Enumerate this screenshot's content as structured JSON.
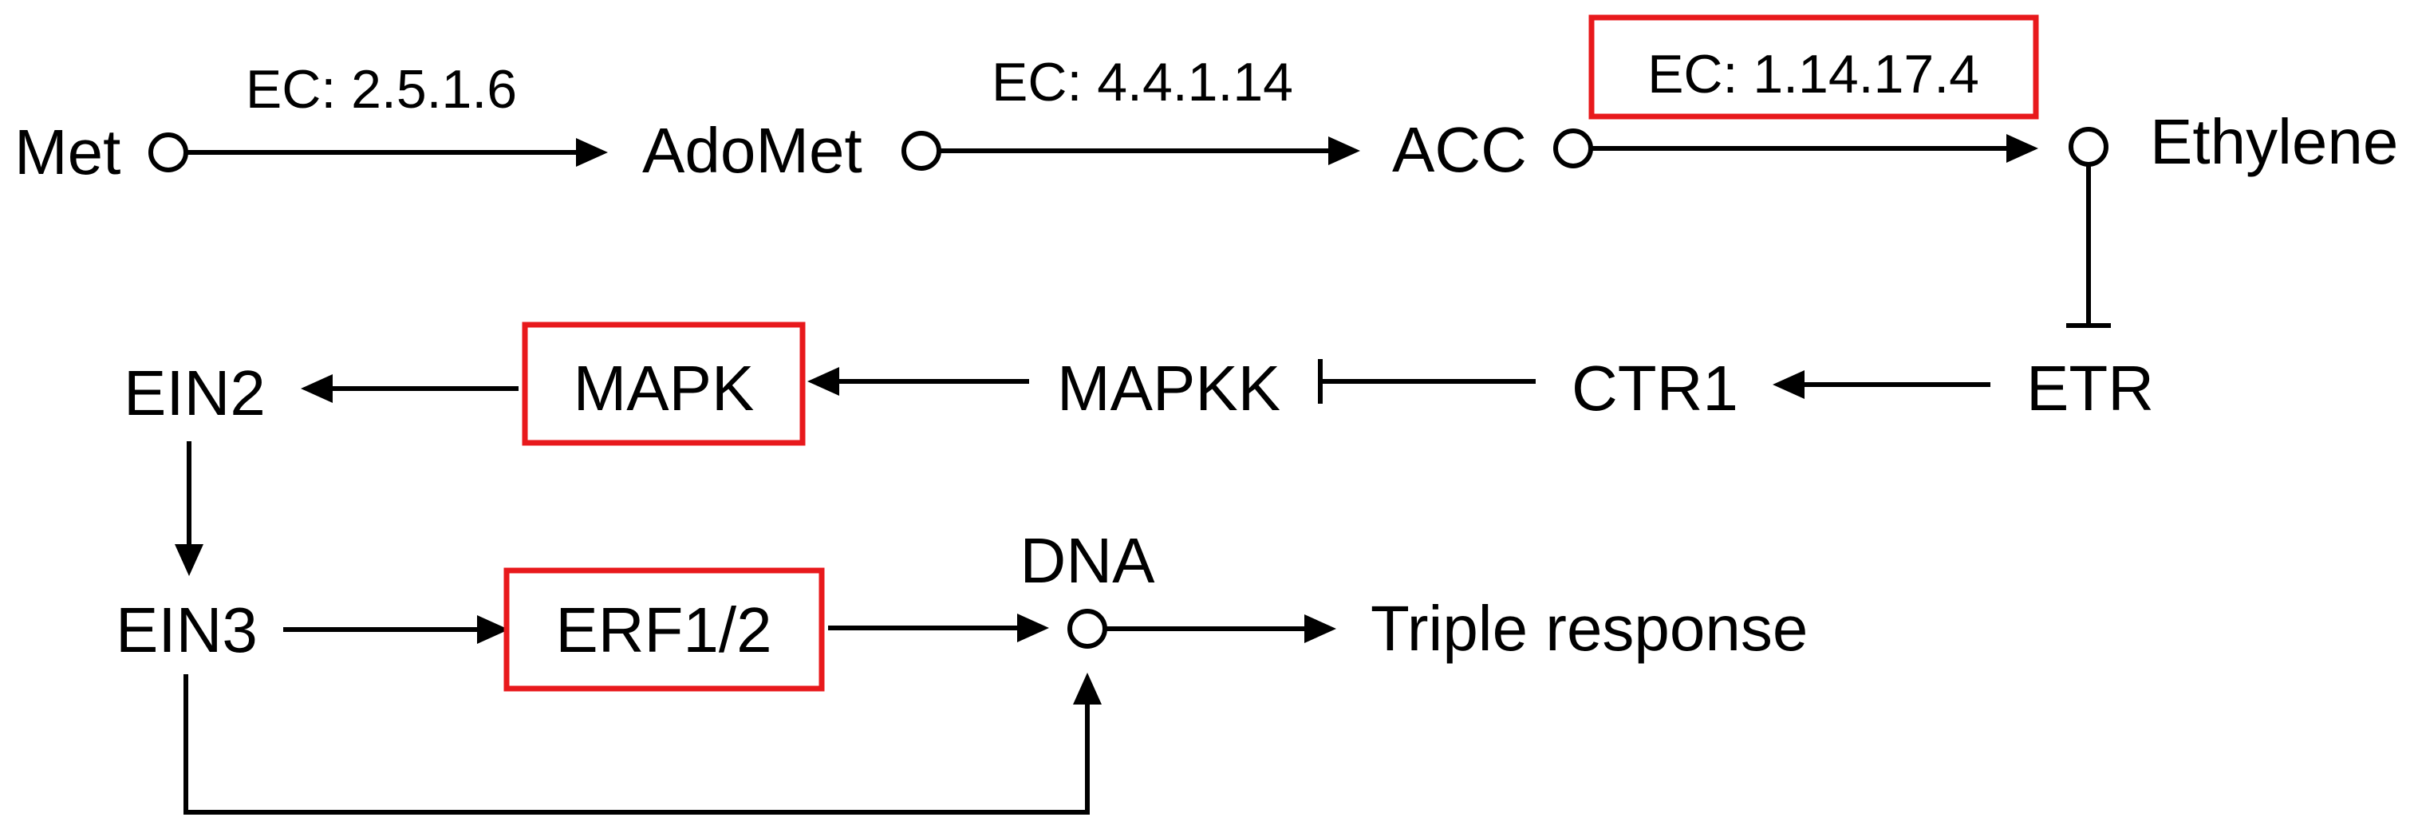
{
  "colors": {
    "highlight": "#e8191c",
    "ink": "#000000",
    "background": "#ffffff"
  },
  "nodes": {
    "met": "Met",
    "adomet": "AdoMet",
    "acc": "ACC",
    "ethylene": "Ethylene",
    "etr": "ETR",
    "ctr1": "CTR1",
    "mapkk": "MAPKK",
    "mapk": "MAPK",
    "ein2": "EIN2",
    "ein3": "EIN3",
    "erf": "ERF1/2",
    "dna": "DNA",
    "triple": "Triple response"
  },
  "enzymes": {
    "ec1": "EC: 2.5.1.6",
    "ec2": "EC: 4.4.1.14",
    "ec3": "EC: 1.14.17.4"
  },
  "highlighted": [
    "EC: 1.14.17.4",
    "MAPK",
    "ERF1/2"
  ]
}
